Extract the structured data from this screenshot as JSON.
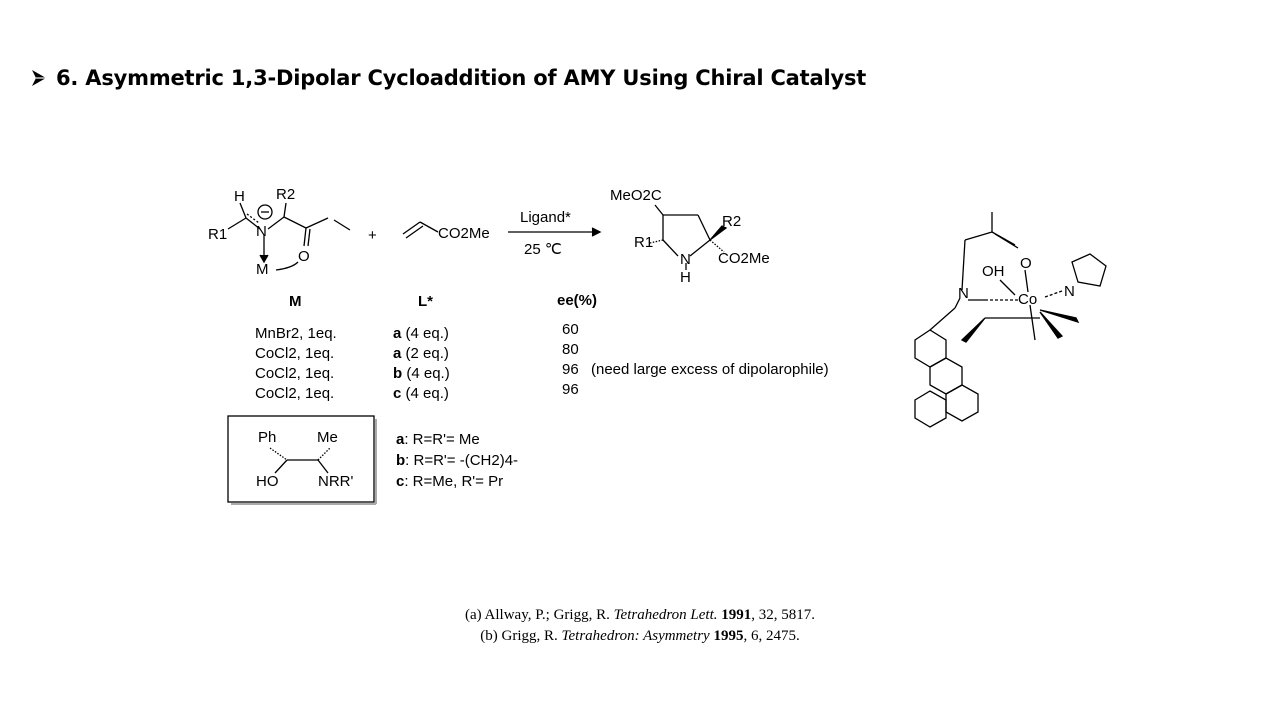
{
  "slide": {
    "bullet_icon": "arrow-bullet-icon",
    "title": "6. Asymmetric 1,3-Dipolar Cycloaddition of AMY Using Chiral Catalyst"
  },
  "scheme": {
    "reagent_plus": "+",
    "arrow_top": "Ligand*",
    "arrow_bottom": "25 ℃",
    "dipolarophile_label": "CO2Me",
    "product_labels": {
      "ester_top": "MeO2C",
      "r2": "R2",
      "r1": "R1",
      "n": "N",
      "h": "H",
      "ester_right": "CO2Me"
    },
    "amy_labels": {
      "h": "H",
      "r2": "R2",
      "r1": "R1",
      "n": "N",
      "o_ring": "O",
      "m": "M"
    },
    "table": {
      "header_m": "M",
      "header_l": "L*",
      "header_ee": "ee(%)",
      "rows": [
        {
          "metal": "MnBr2, 1eq.",
          "ligand_letter": "a",
          "ligand_eq": "(4 eq.)",
          "ee": "60",
          "note": ""
        },
        {
          "metal": "CoCl2, 1eq.",
          "ligand_letter": "a",
          "ligand_eq": "(2 eq.)",
          "ee": "80",
          "note": ""
        },
        {
          "metal": "CoCl2, 1eq.",
          "ligand_letter": "b",
          "ligand_eq": "(4 eq.)",
          "ee": "96",
          "note": "(need large excess of dipolarophile)"
        },
        {
          "metal": "CoCl2, 1eq.",
          "ligand_letter": "c",
          "ligand_eq": "(4 eq.)",
          "ee": "96",
          "note": ""
        }
      ]
    },
    "ligand_box": {
      "ph": "Ph",
      "me": "Me",
      "ho": "HO",
      "nrr": "NRR'"
    },
    "ligand_defs": [
      {
        "key": "a",
        "text": ": R=R'= Me"
      },
      {
        "key": "b",
        "text": ": R=R'= -(CH2)4-"
      },
      {
        "key": "c",
        "text": ": R=Me, R'= Pr"
      }
    ],
    "complex_labels": {
      "oh": "OH",
      "n_imine": "N",
      "co": "Co",
      "n_pyrrolidine": "N",
      "o_carbonyl": "O"
    }
  },
  "references": [
    {
      "prefix": "(a) Allway, P.; Grigg, R. ",
      "journal": "Tetrahedron Lett.",
      "year": "1991",
      "rest": ", 32, 5817."
    },
    {
      "prefix": "(b) Grigg, R. ",
      "journal": "Tetrahedron: Asymmetry",
      "year": "1995",
      "rest": ", 6, 2475."
    }
  ]
}
